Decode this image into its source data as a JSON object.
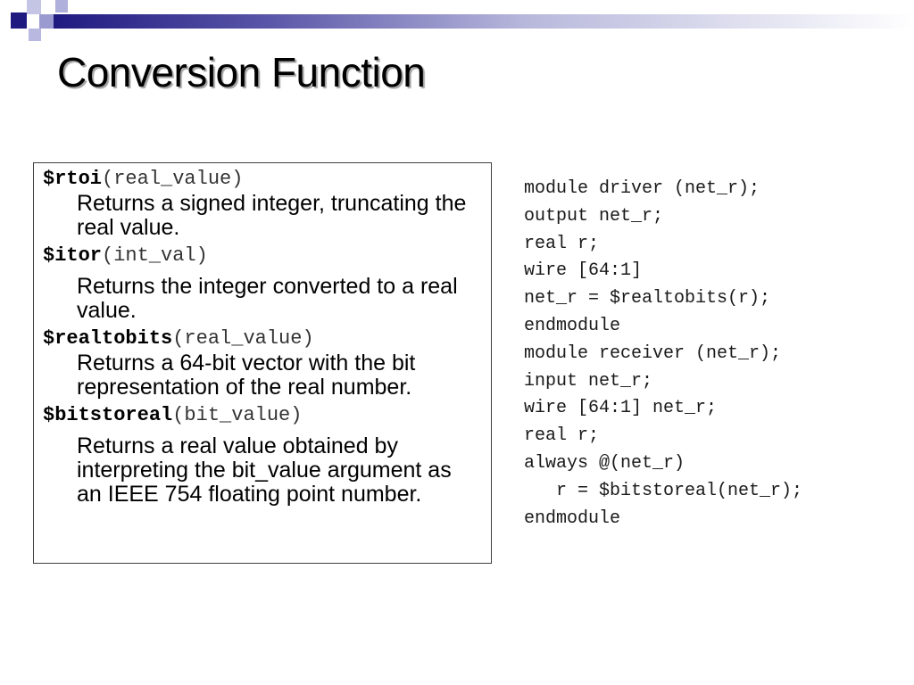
{
  "slide": {
    "title": "Conversion Function"
  },
  "functions": [
    {
      "name": "$rtoi",
      "arg": "(real_value)",
      "description": "Returns a signed integer, truncating the real value.",
      "spaced": false
    },
    {
      "name": "$itor",
      "arg": "(int_val)",
      "description": "Returns the integer converted to a real value.",
      "spaced": true
    },
    {
      "name": "$realtobits",
      "arg": "(real_value)",
      "description": "Returns a 64-bit vector with the bit representation of the real number.",
      "spaced": false
    },
    {
      "name": "$bitstoreal",
      "arg": "(bit_value)",
      "description": "Returns a real value obtained by interpreting the bit_value argument as an IEEE 754 floating point number.",
      "spaced": true
    }
  ],
  "code": {
    "lines": [
      "module driver (net_r);",
      "output net_r;",
      "real r;",
      "wire [64:1]",
      "net_r = $realtobits(r);",
      "endmodule",
      "module receiver (net_r);",
      "input net_r;",
      "wire [64:1] net_r;",
      "real r;",
      "always @(net_r)",
      "   r = $bitstoreal(net_r);",
      "endmodule"
    ]
  },
  "theme": {
    "dark_blue": "#1f1a80",
    "light_blue": "#9a9ad0",
    "lighter_blue": "#c4c4e4"
  }
}
